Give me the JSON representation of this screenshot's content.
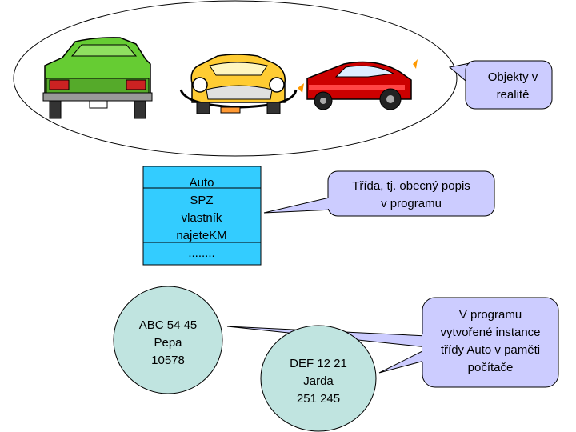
{
  "callouts": {
    "reality": {
      "line1": "Objekty v",
      "line2": "realitě"
    },
    "class": {
      "line1": "Třída, tj. obecný popis",
      "line2": "v programu"
    },
    "instances": {
      "line1": "V programu",
      "line2": "vytvořené instance",
      "line3": "třídy Auto v paměti",
      "line4": "počítače"
    }
  },
  "class_box": {
    "name": "Auto",
    "attributes": [
      "SPZ",
      "vlastník",
      "najeteKM"
    ],
    "ellipsis": "........"
  },
  "instances": [
    {
      "spz": "ABC 54 45",
      "owner": "Pepa",
      "km": "10578"
    },
    {
      "spz": "DEF 12 21",
      "owner": "Jarda",
      "km": "251 245"
    }
  ],
  "colors": {
    "callout_fill": "#ccccff",
    "class_fill": "#33ccff",
    "instance_fill": "#c0e4e0",
    "car_green": "#66cc33",
    "car_yellow": "#ffcc33",
    "car_red": "#cc0000"
  },
  "icons": [
    "green-car-icon",
    "yellow-car-icon",
    "red-car-icon"
  ]
}
